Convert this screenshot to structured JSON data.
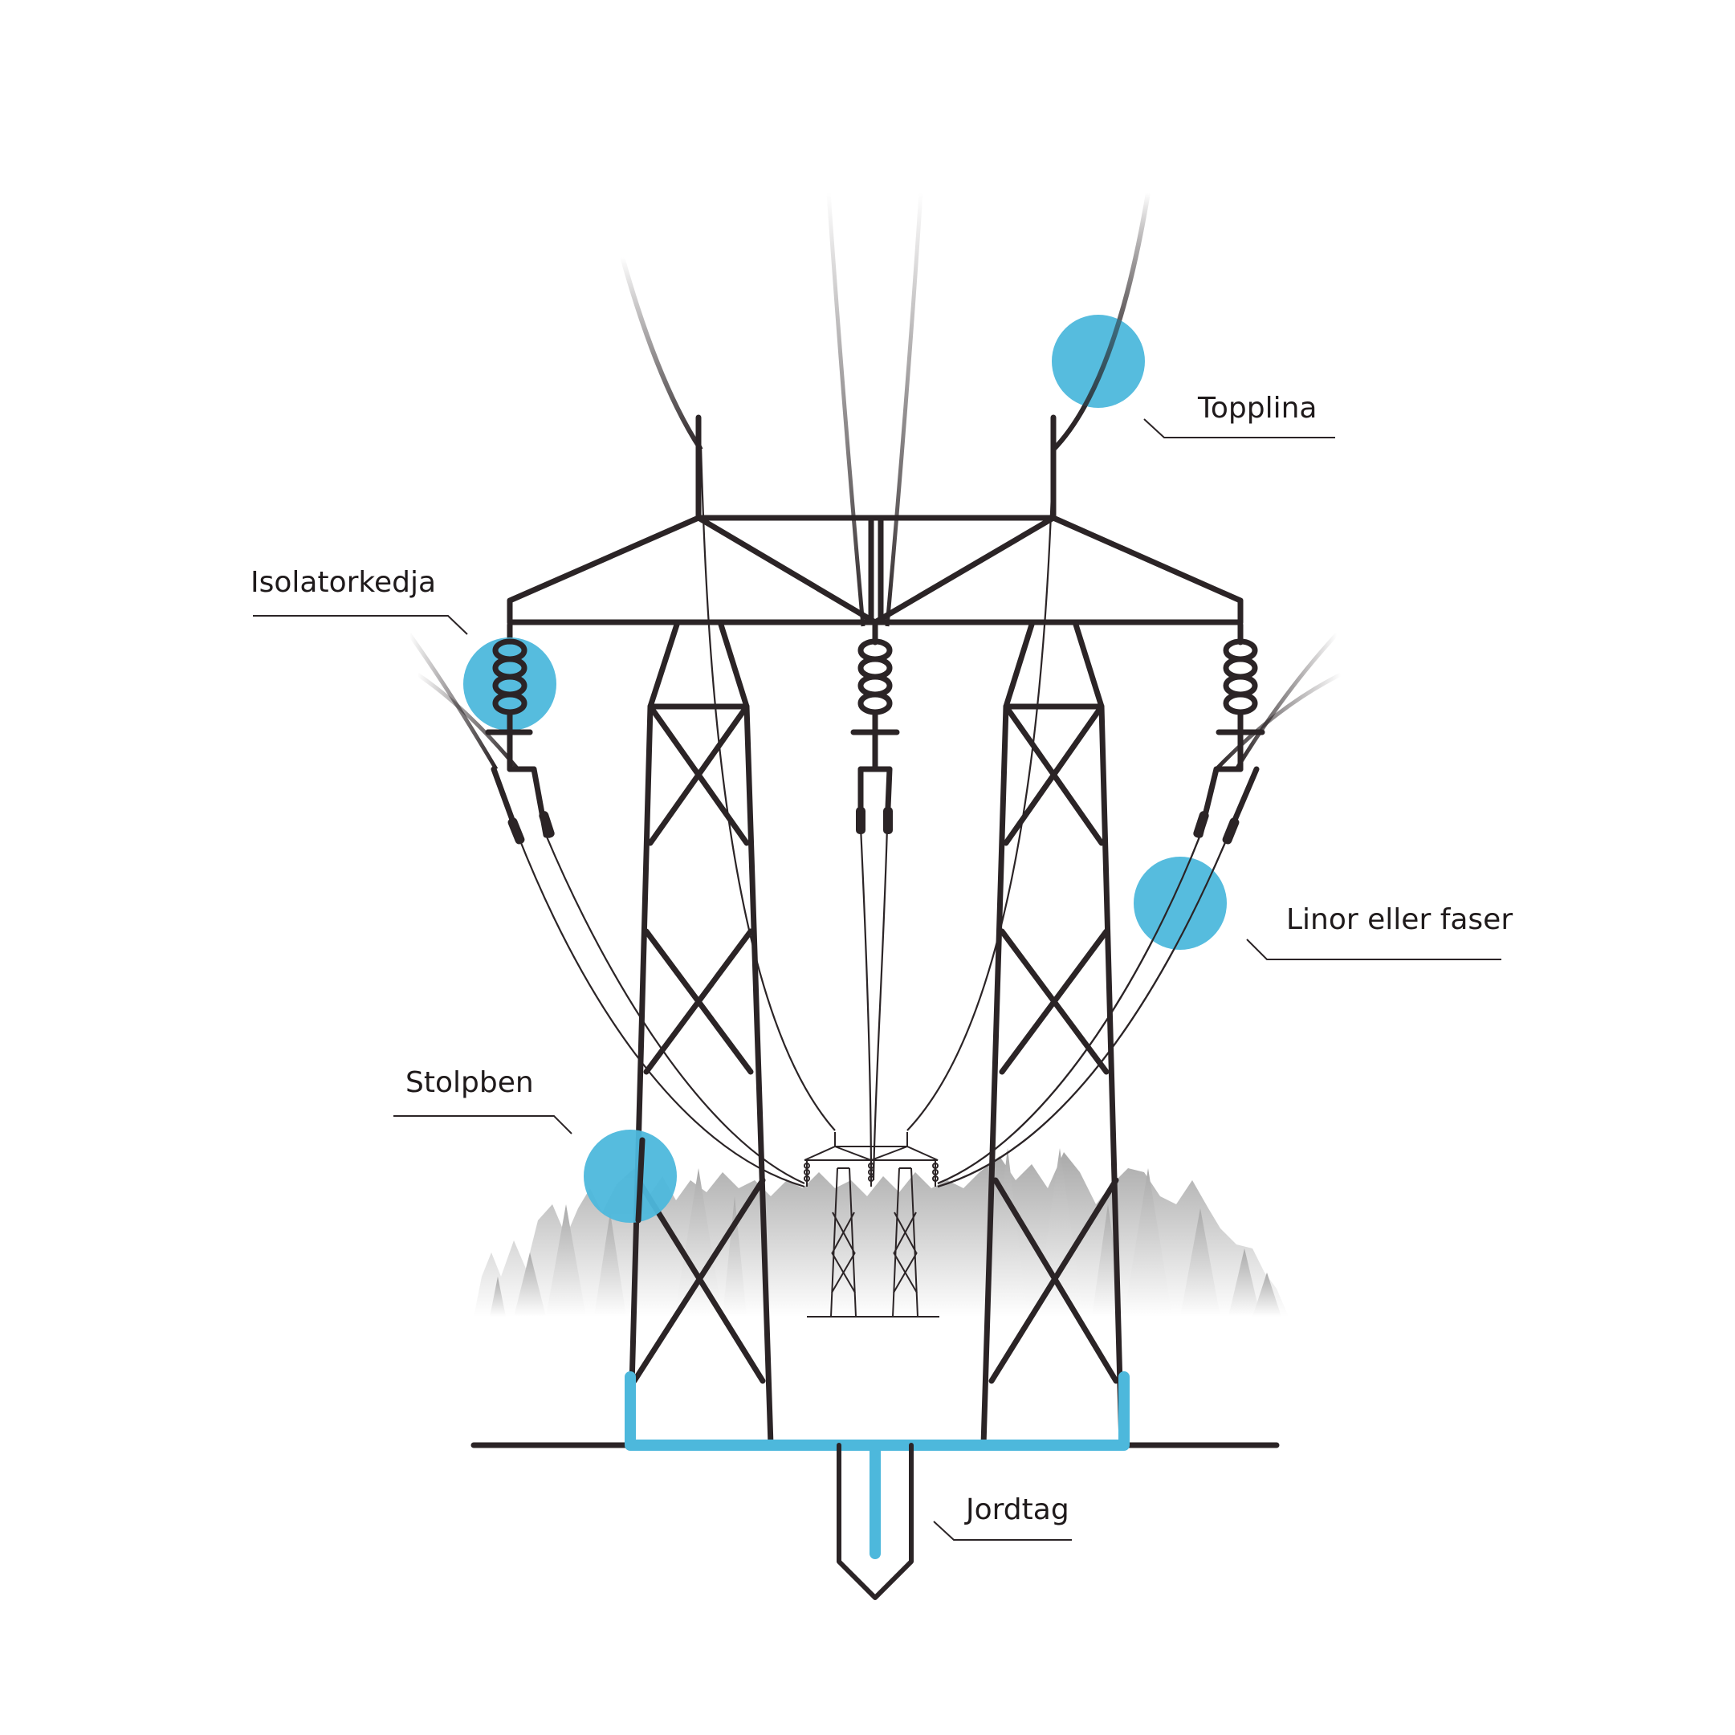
{
  "diagram": {
    "labels": {
      "topplina": "Topplina",
      "isolatorkedja": "Isolatorkedja",
      "linor": "Linor eller faser",
      "stolpben": "Stolpben",
      "jordtag": "Jordtag"
    },
    "colors": {
      "accent": "#4db8dc",
      "ink": "#2b2426",
      "forest": "#c8c8c8"
    }
  }
}
